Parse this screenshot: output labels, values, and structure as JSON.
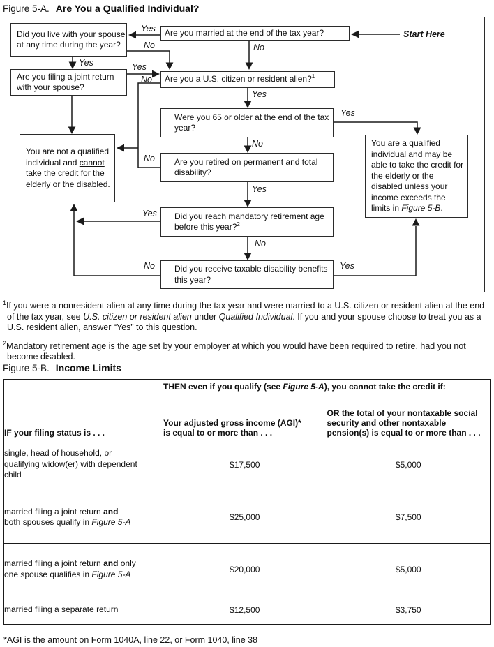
{
  "fig5a": {
    "label": "Figure 5-A.",
    "title": "Are You a Qualified Individual?",
    "start_here": "Start Here",
    "yes": "Yes",
    "no": "No",
    "boxes": {
      "married": "Are you married at the end of the tax year?",
      "live_with_spouse": "Did you live with your spouse at any time during the year?",
      "joint_return": "Are you filing a joint return with your spouse?",
      "citizen": "Are you a U.S. citizen or resident alien?",
      "citizen_sup": "1",
      "age65": "Were you 65 or older at the end of the tax year?",
      "retired": "Are you retired on permanent and total disability?",
      "mandatory": "Did you reach mandatory retirement age before this year?",
      "mandatory_sup": "2",
      "benefits": "Did you receive taxable disability benefits this year?",
      "not_qualified_1": "You are not a qualified individual and ",
      "not_qualified_u": "cannot",
      "not_qualified_2": " take the credit for the elderly or the disabled.",
      "qualified_1": "You are a qualified individual and may be able to take the credit for the elderly or the disabled unless your income exceeds the limits in ",
      "qualified_i": "Figure 5-B",
      "qualified_2": "."
    }
  },
  "footnotes": {
    "f1_sup": "1",
    "f1_a": "If you were a nonresident alien at any time during the tax year and were married to a U.S. citizen or resident alien at the end of the tax year, see ",
    "f1_i1": "U.S. citizen or resident alien",
    "f1_b": " under ",
    "f1_i2": "Qualified Individual",
    "f1_c": ". If you and your spouse choose to treat you as a U.S. resident alien, answer “Yes” to this question.",
    "f2_sup": "2",
    "f2": "Mandatory retirement age is the age set by your employer at which you would have been required to retire, had you not become disabled."
  },
  "fig5b": {
    "label": "Figure 5-B.",
    "title": "Income Limits",
    "header": {
      "col1": "IF your filing status is . . .",
      "then_a": "THEN even if you qualify (see ",
      "then_i": "Figure 5-A",
      "then_b": "), you cannot take the credit if:",
      "col2_l1": "Your adjusted gross income (AGI)*",
      "col2_l2": "is equal to or more than . . .",
      "col3": "OR the total of your nontaxable social security and other nontaxable pension(s) is equal to or more than . . ."
    },
    "rows": [
      {
        "s1": "single, head of household, or qualifying widow(er) with dependent child",
        "b": "",
        "s2": "",
        "i": "",
        "agi": "$17,500",
        "ss": "$5,000"
      },
      {
        "s1": "married filing a joint return ",
        "b": "and",
        "s2": " both spouses qualify in ",
        "i": "Figure 5-A",
        "agi": "$25,000",
        "ss": "$7,500"
      },
      {
        "s1": "married filing a joint return ",
        "b": "and",
        "s2": " only one spouse qualifies in ",
        "i": "Figure 5-A",
        "agi": "$20,000",
        "ss": "$5,000"
      },
      {
        "s1": "married filing a separate return",
        "b": "",
        "s2": "",
        "i": "",
        "agi": "$12,500",
        "ss": "$3,750"
      }
    ],
    "footnote": "*AGI is the amount on Form 1040A, line 22, or Form 1040, line 38"
  }
}
